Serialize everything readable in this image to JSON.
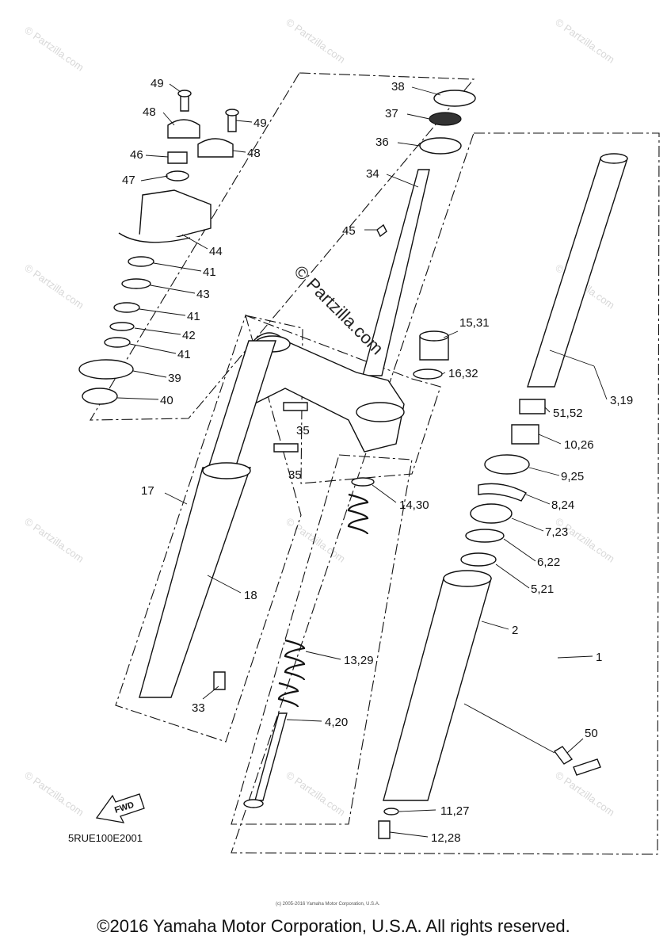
{
  "diagram": {
    "code": "5RUE100E2001",
    "fwd_label": "FWD",
    "watermark_center": "© Partzilla.com",
    "watermark_tile": "© Partzilla.com",
    "small_copyright": "(c) 2005-2016 Yamaha Motor Corporation, U.S.A.",
    "footer": "©2016 Yamaha Motor Corporation, U.S.A. All rights reserved.",
    "callouts": {
      "c49a": "49",
      "c48a": "48",
      "c49b": "49",
      "c48b": "48",
      "c46": "46",
      "c47": "47",
      "c44": "44",
      "c41a": "41",
      "c43": "43",
      "c41b": "41",
      "c42": "42",
      "c41c": "41",
      "c39": "39",
      "c40": "40",
      "c38": "38",
      "c37": "37",
      "c36": "36",
      "c34": "34",
      "c45": "45",
      "c1531": "15,31",
      "c1632": "16,32",
      "c35a": "35",
      "c35b": "35",
      "c319": "3,19",
      "c5152": "51,52",
      "c1026": "10,26",
      "c925": "9,25",
      "c824": "8,24",
      "c723": "7,23",
      "c622": "6,22",
      "c521": "5,21",
      "c2": "2",
      "c1": "1",
      "c17": "17",
      "c18": "18",
      "c1430": "14,30",
      "c1329": "13,29",
      "c420": "4,20",
      "c33": "33",
      "c50": "50",
      "c1127": "11,27",
      "c1228": "12,28"
    }
  }
}
